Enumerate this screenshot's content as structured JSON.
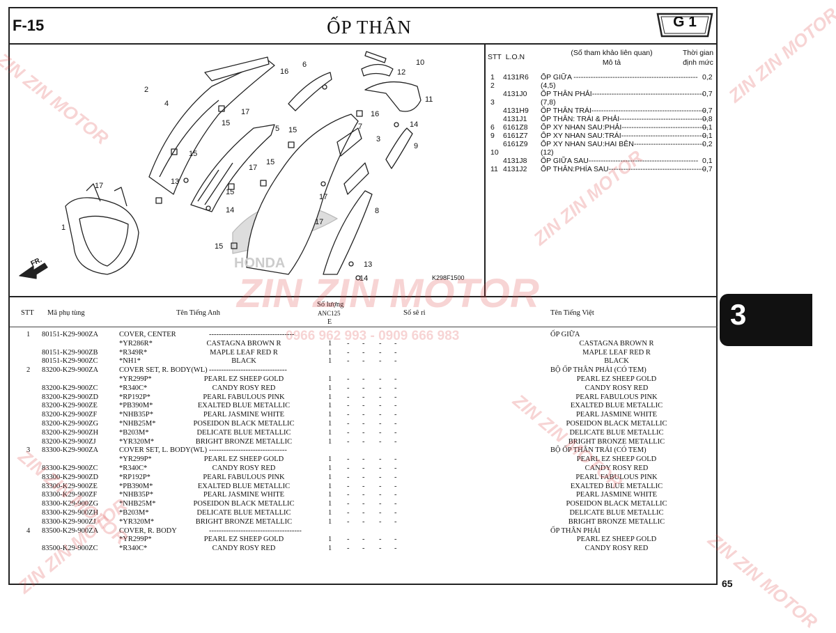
{
  "header": {
    "figure_code": "F-15",
    "title": "ỐP THÂN",
    "group": "G 1",
    "section_tab": "3",
    "page_number": "65"
  },
  "diagram": {
    "image_code": "K298F1500",
    "fr_label": "FR.",
    "brand_watermark": "HONDA",
    "callouts": [
      "1",
      "2",
      "4",
      "6",
      "16",
      "17",
      "15",
      "5",
      "15",
      "15",
      "13",
      "17",
      "15",
      "15",
      "14",
      "7",
      "3",
      "9",
      "14",
      "16",
      "10",
      "12",
      "11",
      "17",
      "8",
      "17",
      "13",
      "14",
      "15",
      "17"
    ]
  },
  "ref_table": {
    "headers": {
      "stt": "STT",
      "lon": "L.O.N",
      "desc_top": "(Số tham khảo liên quan)",
      "desc": "Mô tả",
      "time_top": "Thời gian",
      "time": "định mức"
    },
    "rows": [
      {
        "stt": "1",
        "code": "4131R6",
        "desc": "ỐP GIỮA ---------------------------------------------------",
        "val": "0,2"
      },
      {
        "stt": "2",
        "code": "",
        "desc": "(4,5)",
        "val": ""
      },
      {
        "stt": "",
        "code": "4131J0",
        "desc": "ỐP THÂN PHẢI----------------------------------------------",
        "val": "0,7"
      },
      {
        "stt": "3",
        "code": "",
        "desc": "(7,8)",
        "val": ""
      },
      {
        "stt": "",
        "code": "4131H9",
        "desc": "ỐP THÂN TRÁI-----------------------------------------------",
        "val": "0,7"
      },
      {
        "stt": "",
        "code": "4131J1",
        "desc": "ỐP THÂN: TRÁI & PHẢI--------------------------------------",
        "val": "0,8"
      },
      {
        "stt": "6",
        "code": "6161Z8",
        "desc": "ỐP XY NHAN SAU:PHẢI---------------------------------------",
        "val": "0,1"
      },
      {
        "stt": "9",
        "code": "6161Z7",
        "desc": "ỐP XY NHAN SAU:TRÁI---------------------------------------",
        "val": "0,1"
      },
      {
        "stt": "",
        "code": "6161Z9",
        "desc": "ỐP XY NHAN SAU:HAI BÊN-----------------------------",
        "val": "0,2"
      },
      {
        "stt": "10",
        "code": "",
        "desc": "(12)",
        "val": ""
      },
      {
        "stt": "",
        "code": "4131J8",
        "desc": "ỐP GIỮA SAU---------------------------------------------",
        "val": "0,1"
      },
      {
        "stt": "11",
        "code": "4131J2",
        "desc": "ỐP THÂN:PHÍA SAU----------------------------------------",
        "val": "0,7"
      }
    ]
  },
  "parts_table": {
    "headers": {
      "stt": "STT",
      "part_no": "Mã phụ tùng",
      "name_en": "Tên Tiếng Anh",
      "qty_top": "Số lượng",
      "qty_mid": "ANC125",
      "qty_bot": "E",
      "serial": "Số sê ri",
      "name_vi": "Tên Tiếng Việt"
    },
    "rows": [
      {
        "stt": "1",
        "part": "80151-K29-900ZA",
        "code": "COVER, CENTER",
        "en": "-----------------------------------",
        "qty": "",
        "vi": "ỐP GIỮA",
        "head": true
      },
      {
        "stt": "",
        "part": "",
        "code": "*YR286R*",
        "en": "CASTAGNA BROWN R",
        "qty": "1",
        "vi": "CASTAGNA BROWN R"
      },
      {
        "stt": "",
        "part": "80151-K29-900ZB",
        "code": "*R349R*",
        "en": "MAPLE LEAF RED R",
        "qty": "1",
        "vi": "MAPLE LEAF RED R"
      },
      {
        "stt": "",
        "part": "80151-K29-900ZC",
        "code": "*NH1*",
        "en": "BLACK",
        "qty": "1",
        "vi": "BLACK"
      },
      {
        "stt": "2",
        "part": "83200-K29-900ZA",
        "code": "COVER SET, R. BODY(WL)",
        "en": "--------------------------------",
        "qty": "",
        "vi": "BỘ ỐP THÂN PHẢI (CÓ TEM)",
        "head": true
      },
      {
        "stt": "",
        "part": "",
        "code": "*YR299P*",
        "en": "PEARL EZ SHEEP GOLD",
        "qty": "1",
        "vi": "PEARL EZ SHEEP GOLD"
      },
      {
        "stt": "",
        "part": "83200-K29-900ZC",
        "code": "*R340C*",
        "en": "CANDY ROSY RED",
        "qty": "1",
        "vi": "CANDY ROSY RED"
      },
      {
        "stt": "",
        "part": "83200-K29-900ZD",
        "code": "*RP192P*",
        "en": "PEARL FABULOUS PINK",
        "qty": "1",
        "vi": "PEARL FABULOUS PINK"
      },
      {
        "stt": "",
        "part": "83200-K29-900ZE",
        "code": "*PB390M*",
        "en": "EXALTED BLUE METALLIC",
        "qty": "1",
        "vi": "EXALTED BLUE METALLIC"
      },
      {
        "stt": "",
        "part": "83200-K29-900ZF",
        "code": "*NHB35P*",
        "en": "PEARL JASMINE WHITE",
        "qty": "1",
        "vi": "PEARL JASMINE WHITE"
      },
      {
        "stt": "",
        "part": "83200-K29-900ZG",
        "code": "*NHB25M*",
        "en": "POSEIDON BLACK METALLIC",
        "qty": "1",
        "vi": "POSEIDON BLACK METALLIC"
      },
      {
        "stt": "",
        "part": "83200-K29-900ZH",
        "code": "*B203M*",
        "en": "DELICATE BLUE METALLIC",
        "qty": "1",
        "vi": "DELICATE BLUE METALLIC"
      },
      {
        "stt": "",
        "part": "83200-K29-900ZJ",
        "code": "*YR320M*",
        "en": "BRIGHT BRONZE METALLIC",
        "qty": "1",
        "vi": "BRIGHT BRONZE METALLIC"
      },
      {
        "stt": "3",
        "part": "83300-K29-900ZA",
        "code": "COVER SET, L. BODY(WL)",
        "en": "--------------------------------",
        "qty": "",
        "vi": "BỘ ỐP THÂN TRÁI (CÓ TEM)",
        "head": true
      },
      {
        "stt": "",
        "part": "",
        "code": "*YR299P*",
        "en": "PEARL EZ SHEEP GOLD",
        "qty": "1",
        "vi": "PEARL EZ SHEEP GOLD"
      },
      {
        "stt": "",
        "part": "83300-K29-900ZC",
        "code": "*R340C*",
        "en": "CANDY ROSY RED",
        "qty": "1",
        "vi": "CANDY ROSY RED"
      },
      {
        "stt": "",
        "part": "83300-K29-900ZD",
        "code": "*RP192P*",
        "en": "PEARL FABULOUS PINK",
        "qty": "1",
        "vi": "PEARL FABULOUS PINK"
      },
      {
        "stt": "",
        "part": "83300-K29-900ZE",
        "code": "*PB390M*",
        "en": "EXALTED BLUE METALLIC",
        "qty": "1",
        "vi": "EXALTED BLUE METALLIC"
      },
      {
        "stt": "",
        "part": "83300-K29-900ZF",
        "code": "*NHB35P*",
        "en": "PEARL JASMINE WHITE",
        "qty": "1",
        "vi": "PEARL JASMINE WHITE"
      },
      {
        "stt": "",
        "part": "83300-K29-900ZG",
        "code": "*NHB25M*",
        "en": "POSEIDON BLACK METALLIC",
        "qty": "1",
        "vi": "POSEIDON BLACK METALLIC"
      },
      {
        "stt": "",
        "part": "83300-K29-900ZH",
        "code": "*B203M*",
        "en": "DELICATE BLUE METALLIC",
        "qty": "1",
        "vi": "DELICATE BLUE METALLIC"
      },
      {
        "stt": "",
        "part": "83300-K29-900ZJ",
        "code": "*YR320M*",
        "en": "BRIGHT BRONZE METALLIC",
        "qty": "1",
        "vi": "BRIGHT BRONZE METALLIC"
      },
      {
        "stt": "4",
        "part": "83500-K29-900ZA",
        "code": "COVER, R. BODY",
        "en": "--------------------------------------",
        "qty": "",
        "vi": "ỐP THÂN PHẢI",
        "head": true
      },
      {
        "stt": "",
        "part": "",
        "code": "*YR299P*",
        "en": "PEARL EZ SHEEP GOLD",
        "qty": "1",
        "vi": "PEARL EZ SHEEP GOLD"
      },
      {
        "stt": "",
        "part": "83500-K29-900ZC",
        "code": "*R340C*",
        "en": "CANDY ROSY RED",
        "qty": "1",
        "vi": "CANDY ROSY RED"
      }
    ],
    "dash_cols": [
      "-",
      "-",
      "-",
      "-"
    ]
  },
  "watermark": {
    "brand": "ZIN ZIN MOTOR",
    "phones": "0966 962 993 - 0909 666 983"
  },
  "colors": {
    "watermark": "#dc3c3c",
    "tab": "#111111",
    "line": "#222222"
  }
}
